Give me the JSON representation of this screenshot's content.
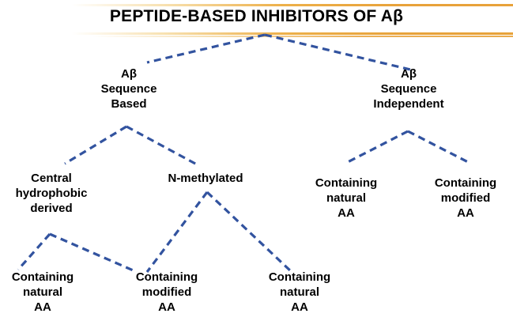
{
  "diagram": {
    "title": "PEPTIDE-BASED INHIBITORS OF Aβ",
    "type": "tree",
    "colors": {
      "connector": "#32539f",
      "title_rule": "#e8a23a",
      "text": "#000000",
      "background": "#ffffff"
    },
    "nodes": {
      "root": "PEPTIDE-BASED INHIBITORS OF Aβ",
      "root_left": "Aβ\nSequence\nBased",
      "root_right": "Aβ\nSequence\nIndependent",
      "central_hydrophobic": "Central\nhydrophobic\nderived",
      "n_methylated": "N-methylated",
      "independent_natural": "Containing\nnatural\nAA",
      "independent_modified": "Containing\nmodified\nAA",
      "leaf_natural_left": "Containing\nnatural\nAA",
      "leaf_modified_mid": "Containing\nmodified\nAA",
      "leaf_natural_right": "Containing\nnatural\nAA"
    },
    "edges": [
      {
        "from": "root",
        "to": "root_left"
      },
      {
        "from": "root",
        "to": "root_right"
      },
      {
        "from": "root_left",
        "to": "central_hydrophobic"
      },
      {
        "from": "root_left",
        "to": "n_methylated"
      },
      {
        "from": "root_right",
        "to": "independent_natural"
      },
      {
        "from": "root_right",
        "to": "independent_modified"
      },
      {
        "from": "central_hydrophobic",
        "to": "leaf_natural_left"
      },
      {
        "from": "central_hydrophobic",
        "to": "leaf_modified_mid"
      },
      {
        "from": "n_methylated",
        "to": "leaf_modified_mid"
      },
      {
        "from": "n_methylated",
        "to": "leaf_natural_right"
      }
    ]
  }
}
